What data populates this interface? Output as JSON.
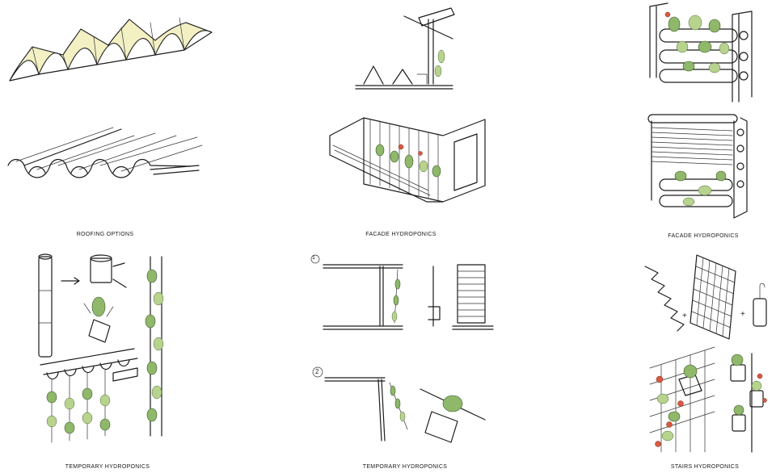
{
  "captions": {
    "roofing": "ROOFING OPTIONS",
    "facade_1": "FACADE HYDROPONICS",
    "facade_2": "FACADE HYDROPONICS",
    "temporary_1": "TEMPORARY HYDROPONICS",
    "temporary_2": "TEMPORARY HYDROPONICS",
    "stairs": "STAIRS HYDROPONICS"
  },
  "step_markers": [
    "1",
    "2"
  ],
  "symbols": {
    "plus": "+"
  },
  "colors": {
    "ink": "#1c1c1c",
    "plant_green": "#8fb86a",
    "roof_yellow": "#f3f0c4",
    "tomato_red": "#d9583f"
  }
}
